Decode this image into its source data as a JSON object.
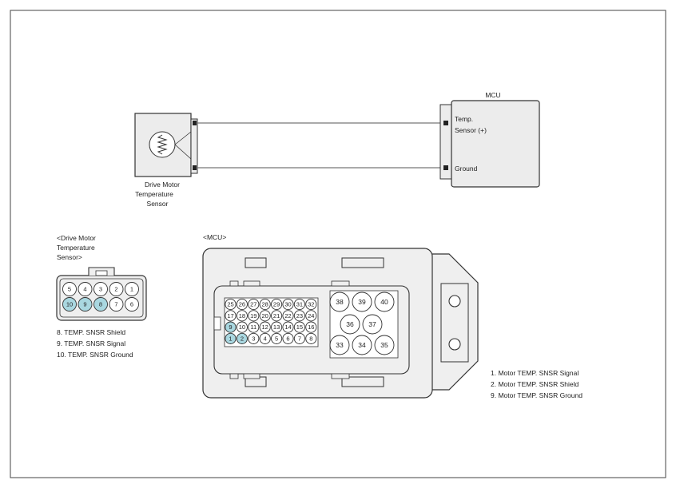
{
  "schematic": {
    "sensor_label": [
      "Drive Motor",
      "Temperature",
      "Sensor"
    ],
    "mcu_title": "MCU",
    "mcu_pin_temp": [
      "Temp.",
      "Sensor (+)"
    ],
    "mcu_pin_ground": "Ground"
  },
  "sensor_connector": {
    "title": [
      "<Drive Motor",
      "Temperature",
      "Sensor>"
    ],
    "top_row": [
      "5",
      "4",
      "3",
      "2",
      "1"
    ],
    "bottom_row": [
      "10",
      "9",
      "8",
      "7",
      "6"
    ],
    "highlighted": [
      "10",
      "9",
      "8"
    ],
    "legend": [
      "8. TEMP. SNSR Shield",
      "9. TEMP. SNSR Signal",
      "10. TEMP. SNSR Ground"
    ]
  },
  "mcu_connector": {
    "title": "<MCU>",
    "small_rows": [
      [
        "25",
        "26",
        "27",
        "28",
        "29",
        "30",
        "31",
        "32"
      ],
      [
        "17",
        "18",
        "19",
        "20",
        "21",
        "22",
        "23",
        "24"
      ],
      [
        "9",
        "10",
        "11",
        "12",
        "13",
        "14",
        "15",
        "16"
      ],
      [
        "1",
        "2",
        "3",
        "4",
        "5",
        "6",
        "7",
        "8"
      ]
    ],
    "large_rows": [
      [
        "38",
        "39",
        "40"
      ],
      [
        "36",
        "37"
      ],
      [
        "33",
        "34",
        "35"
      ]
    ],
    "highlighted": [
      "1",
      "2",
      "9"
    ],
    "legend": [
      "1. Motor TEMP. SNSR Signal",
      "2. Motor TEMP. SNSR Shield",
      "9. Motor TEMP. SNSR Ground"
    ]
  },
  "colors": {
    "highlight": "#a9d7e0",
    "fill": "#eeeeee",
    "line": "#333333"
  }
}
